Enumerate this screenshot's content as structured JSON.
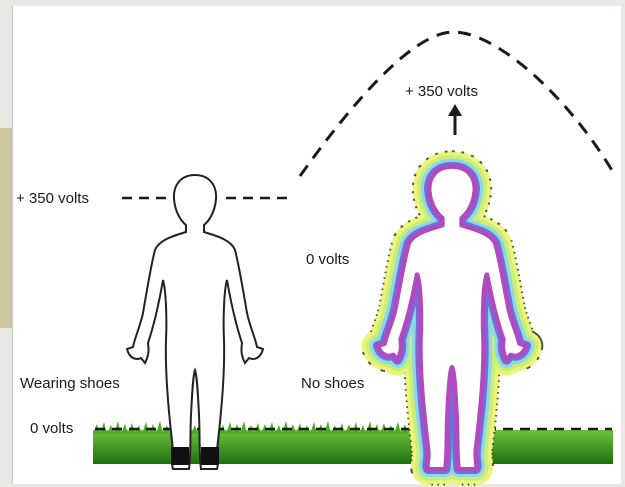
{
  "labels": {
    "left_voltage": "+ 350 volts",
    "right_voltage": "+ 350 volts",
    "body_voltage": "0 volts",
    "ground_voltage": "0 volts",
    "left_caption": "Wearing shoes",
    "right_caption": "No shoes"
  },
  "colors": {
    "grass": "#3a8f1e",
    "aura_outer": "#e7f25a",
    "aura_mid": "#8fd6e8",
    "aura_inner": "#b04ac0",
    "shoes": "#111111"
  }
}
